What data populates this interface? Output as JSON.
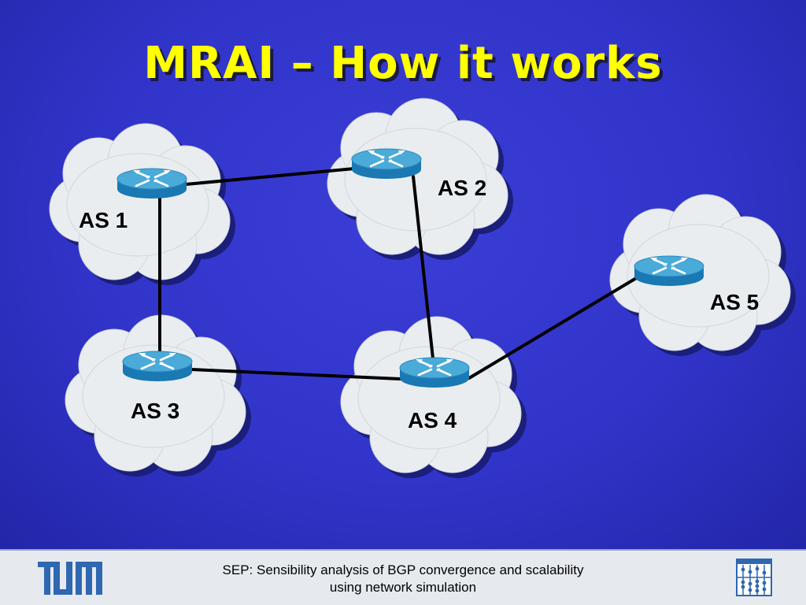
{
  "title": "MRAI – How it works",
  "nodes": [
    {
      "id": "as1",
      "label": "AS 1"
    },
    {
      "id": "as2",
      "label": "AS 2"
    },
    {
      "id": "as3",
      "label": "AS 3"
    },
    {
      "id": "as4",
      "label": "AS 4"
    },
    {
      "id": "as5",
      "label": "AS 5"
    }
  ],
  "links": [
    {
      "from": "as1",
      "to": "as2"
    },
    {
      "from": "as1",
      "to": "as3"
    },
    {
      "from": "as2",
      "to": "as4"
    },
    {
      "from": "as3",
      "to": "as4"
    },
    {
      "from": "as4",
      "to": "as5"
    }
  ],
  "footer": {
    "line1": "SEP: Sensibility analysis of BGP convergence and scalability",
    "line2": "using network simulation"
  },
  "colors": {
    "background": "#3134c9",
    "title": "#ffff00",
    "cloud": "#e9edf0",
    "router_top": "#3fa2d4",
    "router_side": "#1a7db8"
  },
  "icons": {
    "router": "router-icon",
    "cloud": "cloud-icon",
    "tum_logo": "tum-logo",
    "faculty_logo": "faculty-logo"
  }
}
